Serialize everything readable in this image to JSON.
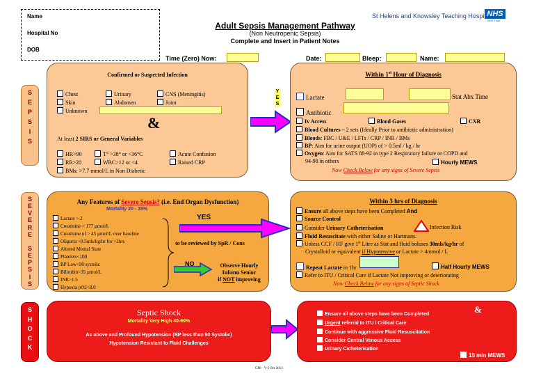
{
  "header": {
    "patient_labels": [
      "Name",
      "Hospital No",
      "DOB"
    ],
    "title": "Adult Sepsis Management Pathway",
    "subtitle": "(Non Neutropenic Sepsis)",
    "subtitle2": "Complete and Insert in Patient Notes",
    "trust": "St Helens and Knowsley Teaching Hospitals",
    "nhs": "NHS",
    "nhs_trust": "NHS Trust",
    "time_label": "Time (Zero) Now:",
    "date_label": "Date:",
    "bleep_label": "Bleep:",
    "name_label": "Name:"
  },
  "tabs": {
    "sepsis": [
      "S",
      "E",
      "P",
      "S",
      "I",
      "S"
    ],
    "severe": [
      "S",
      "E",
      "V",
      "E",
      "R",
      "E",
      "",
      "S",
      "E",
      "P",
      "S",
      "I",
      "S"
    ],
    "shock": [
      "S",
      "H",
      "O",
      "C",
      "K"
    ],
    "yes_vertical": [
      "Y",
      "E",
      "S"
    ]
  },
  "sepsis_left": {
    "title": "Confirmed or Suspected Infection",
    "infections": [
      "Chest",
      "Urinary",
      "CNS (Meningitis)",
      "Skin",
      "Abdomen",
      "Joint",
      "Unknown"
    ],
    "ampersand": "&",
    "sirs_prefix": "At least ",
    "sirs_bold": "2 SIRS or General Variables",
    "sirs": [
      "HR>90",
      "T° >38° or <36°C",
      "Acute Confusion",
      "RR>20",
      "WBC>12 or <4",
      "Raised CRP",
      "BMs: >7.7 mmol/L in Non Diabetic"
    ]
  },
  "sepsis_right": {
    "title_pre": "Within 1",
    "title_sup": "st",
    "title_post": " Hour of Diagnosis",
    "lactate": "Lactate",
    "stat_abx": "Stat Abx Time",
    "antibiotic": "Antibiotic",
    "iv_access": "Iv Access",
    "blood_gases": "Blood Gases",
    "cxr": "CXR",
    "cultures_bold": "Blood Cultures –",
    "cultures_rest": " 2 sets (Ideally Prior to antibiotic administration)",
    "bloods_bold": "Bloods",
    "bloods_rest": ": FBC / U&E / LFTs / CRP / INR / BMs",
    "bp_bold": "BP",
    "bp_rest": ": Aim for urine output (UOP) of > 0.5ml / kg / hr",
    "oxygen_bold": "Oxygen",
    "oxygen_rest": ": Aim for SATS 88-92 in type 2 Respiratory failure or COPD and",
    "oxygen_rest2": "94-98 in others",
    "hourly_mews": "Hourly MEWS",
    "now_check_pre": "Now ",
    "now_check_u": "Check Below",
    "now_check_post": " for any signs of Severe Sepsis"
  },
  "severe_left": {
    "title_pre": "Any Features of ",
    "title_red": "Severe Sepsis?",
    "title_post": " (i.e. End Organ Dysfunction)",
    "mortality": "Mortality 20 - 35%",
    "items": [
      "Lactate > 2",
      "Creatinine > 177 µmol/L",
      "Creatinine of > 45 µmol/L over baseline",
      "Oliguria <0.5mls/kg/hr for >2hrs",
      "Altered Mental State",
      "Platelets<100",
      "BP Low<90 systolic",
      "Bilirubin>35 µmol/L",
      "INR>1.5",
      "Hypoxia pO2<8.0"
    ],
    "yes": "YES",
    "reviewed": "to be reviewed by SpR / Cons",
    "no": "NO",
    "observe1": "Observe Hourly",
    "observe2": "Inform Senior",
    "observe3_pre": "if ",
    "observe3_u": "NOT",
    "observe3_post": " improving"
  },
  "severe_right": {
    "title_pre": "Within ",
    "title_num": "3",
    "title_post": " hrs of Diagnosis",
    "ensure_bold": "Ensure",
    "ensure_rest": " all above steps have been Completed ",
    "ensure_and": "And",
    "source": "Source Control",
    "cath_pre": "Consider ",
    "cath_bold": "Urinary Catheterisation",
    "infection_risk": "Infection Risk",
    "fluid_bold": "Fluid Resuscitate",
    "fluid_rest": " with either Saline or Hartmans.",
    "unless1_pre": "Unless CCF / HF give 1",
    "unless1_sup": "st",
    "unless1_mid": " Litre as Stat and fluid boluses ",
    "unless1_bold": "30mls/kg/hr",
    "unless1_post": " of",
    "unless2_pre": "Crystalloid or equivalent ",
    "unless2_u": "if Hypotensive",
    "unless2_post": " or Lactate > 4mmol / L",
    "repeat_bold": "Repeat Lactate",
    "repeat_rest": " in 1hr",
    "half_hourly": "Half Hourly MEWS",
    "refer": "Refer to ITU / Critical Care if Lactate Not improving or deteriorating",
    "now_check_pre": "Now ",
    "now_check_u": "Check Below",
    "now_check_post": " for any signs of Septic Shock"
  },
  "shock_left": {
    "title": "Septic Shock",
    "mortality": "Mortality Very High 40-60%",
    "line1": "As above and Profound Hypotension (BP less than 90 Systolic)",
    "line2": "Hypotension Resistant to Fluid Challenges"
  },
  "shock_right": {
    "ampersand": "&",
    "items": [
      "Ensure all above steps have been Completed",
      "Urgent referral to ITU / Critical Care",
      "Continue with aggressive Fluid Resuscitation",
      "Consider Central Venous Access",
      "Urinary Catheterisation"
    ],
    "item2_u": "Urgent",
    "item2_rest": " referral to ITU / Critical Care",
    "mews": "15 min MEWS"
  },
  "footer": "CM – V-2 Oct 2013",
  "colors": {
    "light_orange": "#fcc896",
    "dark_orange": "#f5a740",
    "red": "#ee1b1b",
    "arrow_magenta": "#ff00ff",
    "arrow_blue": "#1f2fbf",
    "arrow_green": "#33cc33",
    "mortality_blue": "#2b2bcf",
    "shock_yellow": "#ffff66"
  }
}
